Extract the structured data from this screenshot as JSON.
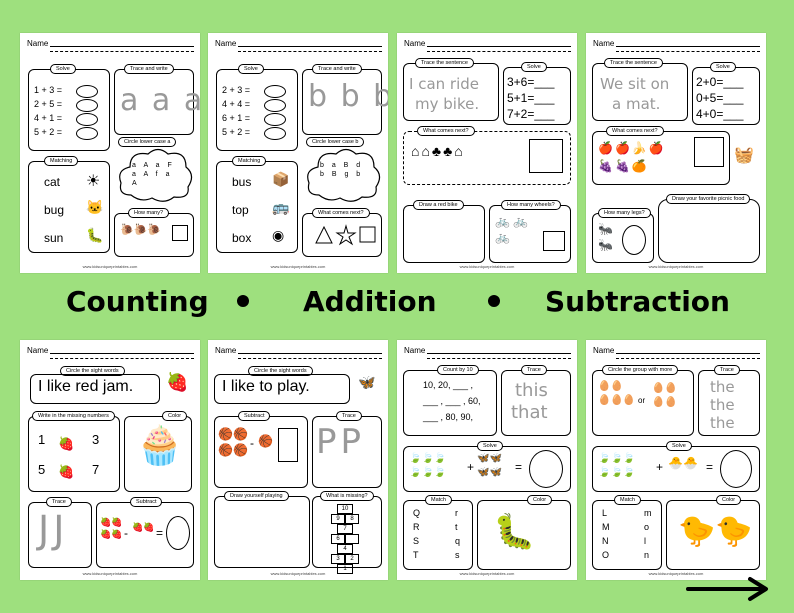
{
  "banner": {
    "counting": "Counting",
    "addition": "Addition",
    "subtraction": "Subtraction"
  },
  "colors": {
    "background": "#9ee07e",
    "sheet": "#ffffff",
    "ink": "#000000"
  },
  "common": {
    "name": "Name",
    "footer": "www.kidsuniqueprintables.com"
  },
  "sheet1": {
    "solve": "Solve",
    "trace": "Trace and write",
    "eqs": [
      "1 + 3 =",
      "2 + 5 =",
      "4 + 1 =",
      "5 + 2 ="
    ],
    "letters": "a a a",
    "circle": "Circle lower case a",
    "matching": "Matching",
    "words": [
      "cat",
      "bug",
      "sun"
    ],
    "howmany": "How many?",
    "cloud": "a A a F a A f a A"
  },
  "sheet2": {
    "solve": "Solve",
    "trace": "Trace and write",
    "eqs": [
      "2 + 3 =",
      "4 + 4 =",
      "6 + 1 =",
      "5 + 2 ="
    ],
    "letters": "b b b",
    "circle": "Circle lower case b",
    "matching": "Matching",
    "words": [
      "bus",
      "top",
      "box"
    ],
    "next": "What comes next?",
    "cloud": "b a B d b B g b"
  },
  "sheet3": {
    "trace": "Trace the sentence",
    "solve": "Solve",
    "sentence1": "I can ride",
    "sentence2": "my bike.",
    "eqs": [
      "3+6=___",
      "5+1=___",
      "7+2=___"
    ],
    "next": "What comes next?",
    "draw": "Draw a red bike",
    "wheels": "How many wheels?"
  },
  "sheet4": {
    "trace": "Trace the sentence",
    "solve": "Solve",
    "sentence1": "We sit on",
    "sentence2": "a mat.",
    "eqs": [
      "2+0=___",
      "0+5=___",
      "4+0=___"
    ],
    "next": "What comes next?",
    "legs": "How many legs?",
    "draw": "Draw your favorite picnic food"
  },
  "sheet5": {
    "circle": "Circle the sight words",
    "sentence": "I like red jam.",
    "color": "Color",
    "missing": "Write in the missing numbers",
    "numbers": [
      "1",
      "3",
      "5",
      "7"
    ],
    "trace": "Trace",
    "subtract": "Subtract",
    "minus": "-",
    "equals": "="
  },
  "sheet6": {
    "circle": "Circle the sight words",
    "sentence": "I like to play.",
    "subtract": "Subtract",
    "trace": "Trace",
    "minus": "-",
    "draw": "Draw yourself playing",
    "missing": "What is missing?",
    "hop": [
      "10",
      "9",
      "8",
      "7",
      "6",
      "4",
      "3",
      "2",
      "1"
    ]
  },
  "sheet7": {
    "count": "Count by 10",
    "trace": "Trace",
    "seq1": "10, 20, ___ ,",
    "seq2": "___ , ___ , 60,",
    "seq3": "___ , 80, 90,",
    "word1": "this",
    "word2": "that",
    "solve": "Solve",
    "plus": "+",
    "equals": "=",
    "match": "Match",
    "color": "Color",
    "upper": [
      "Q",
      "R",
      "S",
      "T"
    ],
    "lower": [
      "r",
      "t",
      "q",
      "s"
    ]
  },
  "sheet8": {
    "circle": "Circle the group with more",
    "trace": "Trace",
    "or": "or",
    "the": [
      "the",
      "the",
      "the"
    ],
    "solve": "Solve",
    "plus": "+",
    "equals": "=",
    "match": "Match",
    "color": "Color",
    "upper": [
      "L",
      "M",
      "N",
      "O"
    ],
    "lower": [
      "m",
      "o",
      "l",
      "n"
    ]
  }
}
